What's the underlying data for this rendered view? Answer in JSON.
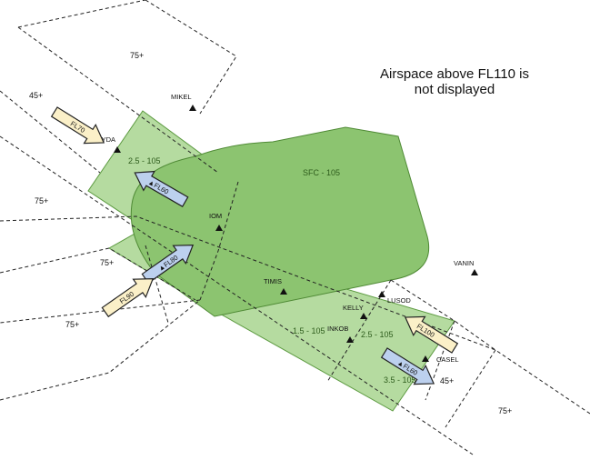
{
  "note": {
    "line1": "Airspace above FL110 is",
    "line2": "not displayed"
  },
  "sectors": {
    "a": "75+",
    "b": "45+",
    "c": "75+",
    "d": "75+",
    "e": "75+",
    "f": "45+",
    "g": "75+"
  },
  "zones": {
    "core": "SFC - 105",
    "west": "2.5 - 105",
    "south_a": "1.5 - 105",
    "south_b": "2.5 - 105",
    "south_c": "3.5 - 105"
  },
  "waypoints": {
    "mikel": "MIKEL",
    "slyda": "SLYDA",
    "iom": "IOM",
    "timis": "TIMIS",
    "vanin": "VANIN",
    "lusod": "LUSOD",
    "kelly": "KELLY",
    "inkob": "INKOB",
    "casel": "CASEL"
  },
  "arrows": {
    "fl70": "FL70",
    "fl60a": "▲FL60",
    "fl80": "▲FL80",
    "fl90": "FL90",
    "fl100": "FL100",
    "fl60b": "▲FL60"
  },
  "colors": {
    "core_fill": "#8cc470",
    "core_stroke": "#4f8a35",
    "light_fill": "#b5dba0",
    "light_stroke": "#5c9a40",
    "arrow_cream": "#fbf0c8",
    "arrow_blue": "#bcd0ee",
    "arrow_stroke": "#222222"
  }
}
